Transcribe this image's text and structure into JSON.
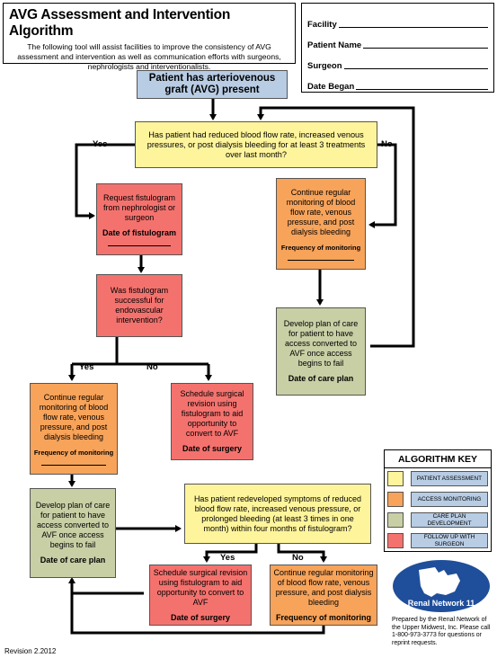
{
  "header": {
    "title": "AVG Assessment and Intervention Algorithm",
    "description": "The following tool will assist facilities to improve the consistency of AVG assessment and intervention as well as communication efforts with surgeons, nephrologists and interventionalists."
  },
  "form": {
    "facility": "Facility",
    "patient_name": "Patient Name",
    "surgeon": "Surgeon",
    "date_began": "Date Began"
  },
  "flow": {
    "start": "Patient has arteriovenous graft (AVG) present",
    "q1": "Has patient had reduced blood flow rate, increased venous pressures, or post dialysis bleeding for at least 3 treatments over last month?",
    "yes": "Yes",
    "no": "No",
    "request_fistulogram": "Request fistulogram from nephrologist or surgeon",
    "date_of_fistulogram": "Date of fistulogram",
    "continue_monitoring_right": "Continue regular monitoring of blood flow rate, venous pressure, and post dialysis bleeding",
    "frequency_of_monitoring": "Frequency of monitoring",
    "q2": "Was fistulogram successful for endovascular intervention?",
    "develop_plan_right": "Develop plan of care for patient to have access converted to AVF once access begins to fail",
    "date_of_care_plan": "Date of care plan",
    "continue_monitoring_left": "Continue regular monitoring of blood flow rate, venous pressure, and post dialysis bleeding",
    "schedule_surgical_mid": "Schedule surgical revision using fistulogram to aid opportunity to convert to AVF",
    "date_of_surgery": "Date of surgery",
    "develop_plan_left": "Develop plan of care for patient to have access converted to AVF once access begins to fail",
    "q3": "Has patient redeveloped symptoms of reduced blood flow rate, increased venous pressure, or prolonged bleeding (at least 3 times in one month) within four months of fistulogram?",
    "schedule_surgical_bottom": "Schedule surgical revision using fistulogram to aid opportunity to convert to AVF",
    "continue_monitoring_bottom": "Continue regular monitoring of blood flow rate, venous pressure, and post dialysis bleeding"
  },
  "key": {
    "title": "ALGORITHM KEY",
    "items": [
      {
        "label": "PATIENT ASSESSMENT",
        "color": "#fef49c"
      },
      {
        "label": "ACCESS MONITORING",
        "color": "#f7a35a"
      },
      {
        "label": "CARE PLAN DEVELOPMENT",
        "color": "#c8cfa5"
      },
      {
        "label": "FOLLOW UP WITH SURGEON",
        "color": "#f4726e"
      }
    ]
  },
  "logo": {
    "text": "Renal Network 11"
  },
  "footer": {
    "prepared": "Prepared by the Renal Network of the Upper Midwest, Inc. Please call 1-800-973-3773 for questions or reprint requests.",
    "revision": "Revision 2.2012"
  },
  "colors": {
    "start": "#b8cce4",
    "assessment": "#fef49c",
    "monitoring": "#f7a35a",
    "care_plan": "#c8cfa5",
    "surgeon": "#f4726e"
  }
}
